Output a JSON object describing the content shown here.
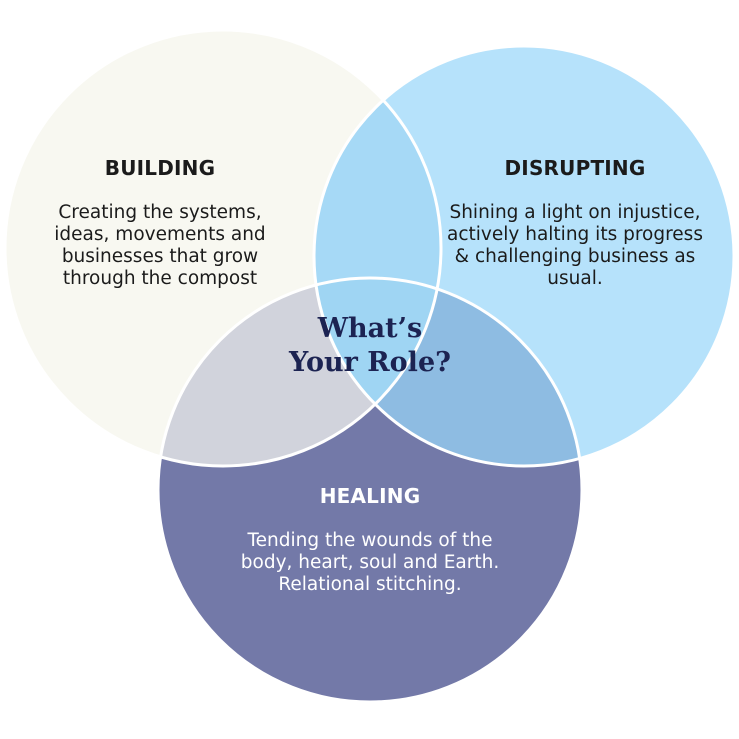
{
  "colors": {
    "building": "#f8f8f1",
    "disrupting": "#b6e2fb",
    "healing": "#7379a8",
    "overlap_building_disrupting": "#a6d9f6",
    "overlap_building_healing": "#d1d3dc",
    "overlap_disrupting_healing": "#8ebce2",
    "overlap_center": "#9fd5f3",
    "outline": "#ffffff",
    "center_text": "#1c2352"
  },
  "center": {
    "lines": [
      "What’s",
      "Your Role?"
    ]
  },
  "circles": {
    "building": {
      "title": "BUILDING",
      "lines": [
        "Creating the systems,",
        "ideas, movements and",
        "businesses that grow",
        "through the compost"
      ]
    },
    "disrupting": {
      "title": "DISRUPTING",
      "lines": [
        "Shining a light on injustice,",
        "actively halting its progress",
        "& challenging business as",
        "usual."
      ]
    },
    "healing": {
      "title": "HEALING",
      "lines": [
        "Tending the wounds of the",
        "body, heart, soul and Earth.",
        "Relational stitching."
      ]
    }
  }
}
